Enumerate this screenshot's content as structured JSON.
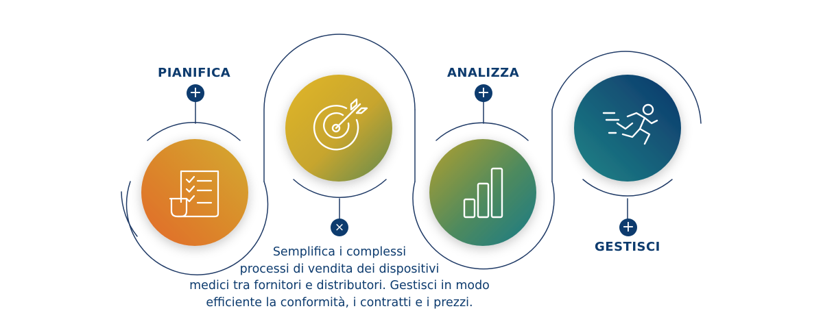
{
  "steps": [
    {
      "label": "PIANIFICA",
      "icon": "checklist-icon"
    },
    {
      "label": "",
      "icon": "target-icon"
    },
    {
      "label": "ANALIZZA",
      "icon": "bar-chart-icon"
    },
    {
      "label": "GESTISCI",
      "icon": "running-person-icon"
    }
  ],
  "buttons": {
    "plus": "+",
    "close": "×"
  },
  "description_lines": [
    "Semplifica i complessi",
    "processi di vendita dei dispositivi",
    "medici tra fornitori e distributori. Gestisci in modo",
    "efficiente la conformità, i contratti e i prezzi."
  ],
  "colors": {
    "navy": "#0d3b6e",
    "outline": "#1f3a66",
    "orange_gradient": [
      "#e0702a",
      "#d4a72c"
    ],
    "gold_gradient": [
      "#dfb42a",
      "#6f8c4a"
    ],
    "green_teal_gradient": [
      "#9ba034",
      "#1f7c83"
    ],
    "teal_navy_gradient": [
      "#1c7a86",
      "#0e3d6c"
    ]
  }
}
